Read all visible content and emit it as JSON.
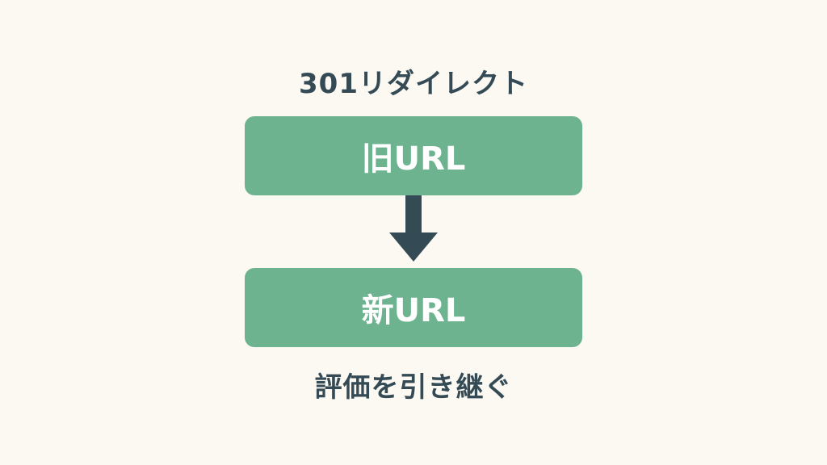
{
  "diagram": {
    "title": "301リダイレクト",
    "nodes": [
      {
        "id": "old",
        "label": "旧URL"
      },
      {
        "id": "new",
        "label": "新URL"
      }
    ],
    "edges": [
      {
        "from": "old",
        "to": "new",
        "type": "arrow-down"
      }
    ],
    "caption": "評価を引き継ぐ",
    "colors": {
      "background": "#fcf9f2",
      "box_fill": "#6db38f",
      "box_text": "#ffffff",
      "arrow": "#344a55",
      "text": "#344a55"
    }
  }
}
